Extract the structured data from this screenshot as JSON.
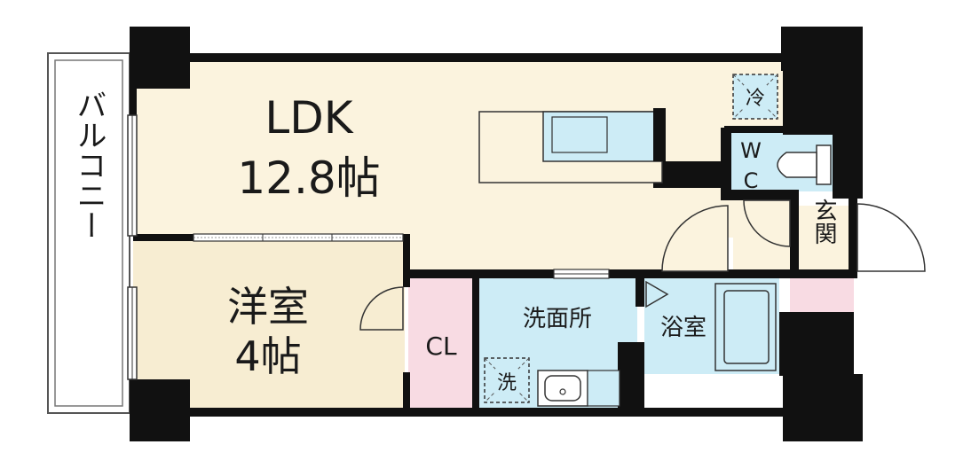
{
  "colors": {
    "wall": "#111111",
    "ldk_floor": "#fbf3de",
    "western_floor": "#f7edd2",
    "wet_area": "#cdecf6",
    "closet": "#f8dbe3",
    "genkan": "#fbf3de",
    "door_line": "#333333"
  },
  "rooms": {
    "ldk_name": "LDK",
    "ldk_size": "12.8帖",
    "western_name": "洋室",
    "western_size": "4帖",
    "closet": "CL",
    "washroom": "洗面所",
    "bathroom": "浴室",
    "wc_top": "W",
    "wc_bottom": "C",
    "entrance": "玄関",
    "balcony": "バルコニー"
  },
  "fixtures": {
    "fridge_space": "冷",
    "washer_space": "洗"
  },
  "icons": [
    "kitchen-sink-icon",
    "toilet-icon",
    "bathtub-icon",
    "wash-basin-icon",
    "door-swing-icon"
  ]
}
